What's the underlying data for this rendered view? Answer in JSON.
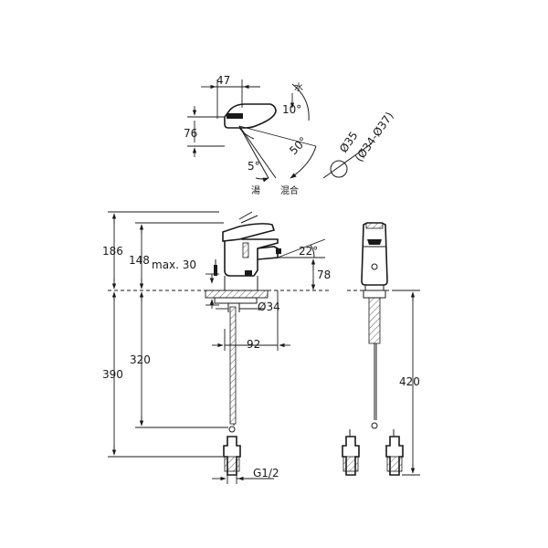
{
  "top_view": {
    "width_47": "47",
    "depth_76": "76",
    "cold_label": "水",
    "angle_10": "10°",
    "angle_50": "50°",
    "angle_5": "5°",
    "hot_label": "湯",
    "mix_label": "混合",
    "hole_dia": "Ø35",
    "hole_range": "(Ø34-Ø37)"
  },
  "front_view": {
    "height_186": "186",
    "height_148": "148",
    "max_30": "max. 30",
    "spout_angle": "22°",
    "spout_78": "78",
    "hole_34": "Ø34",
    "reach_92": "92",
    "len_320": "320",
    "len_390": "390",
    "thread": "G1/2"
  },
  "side_view": {
    "len_420": "420"
  }
}
